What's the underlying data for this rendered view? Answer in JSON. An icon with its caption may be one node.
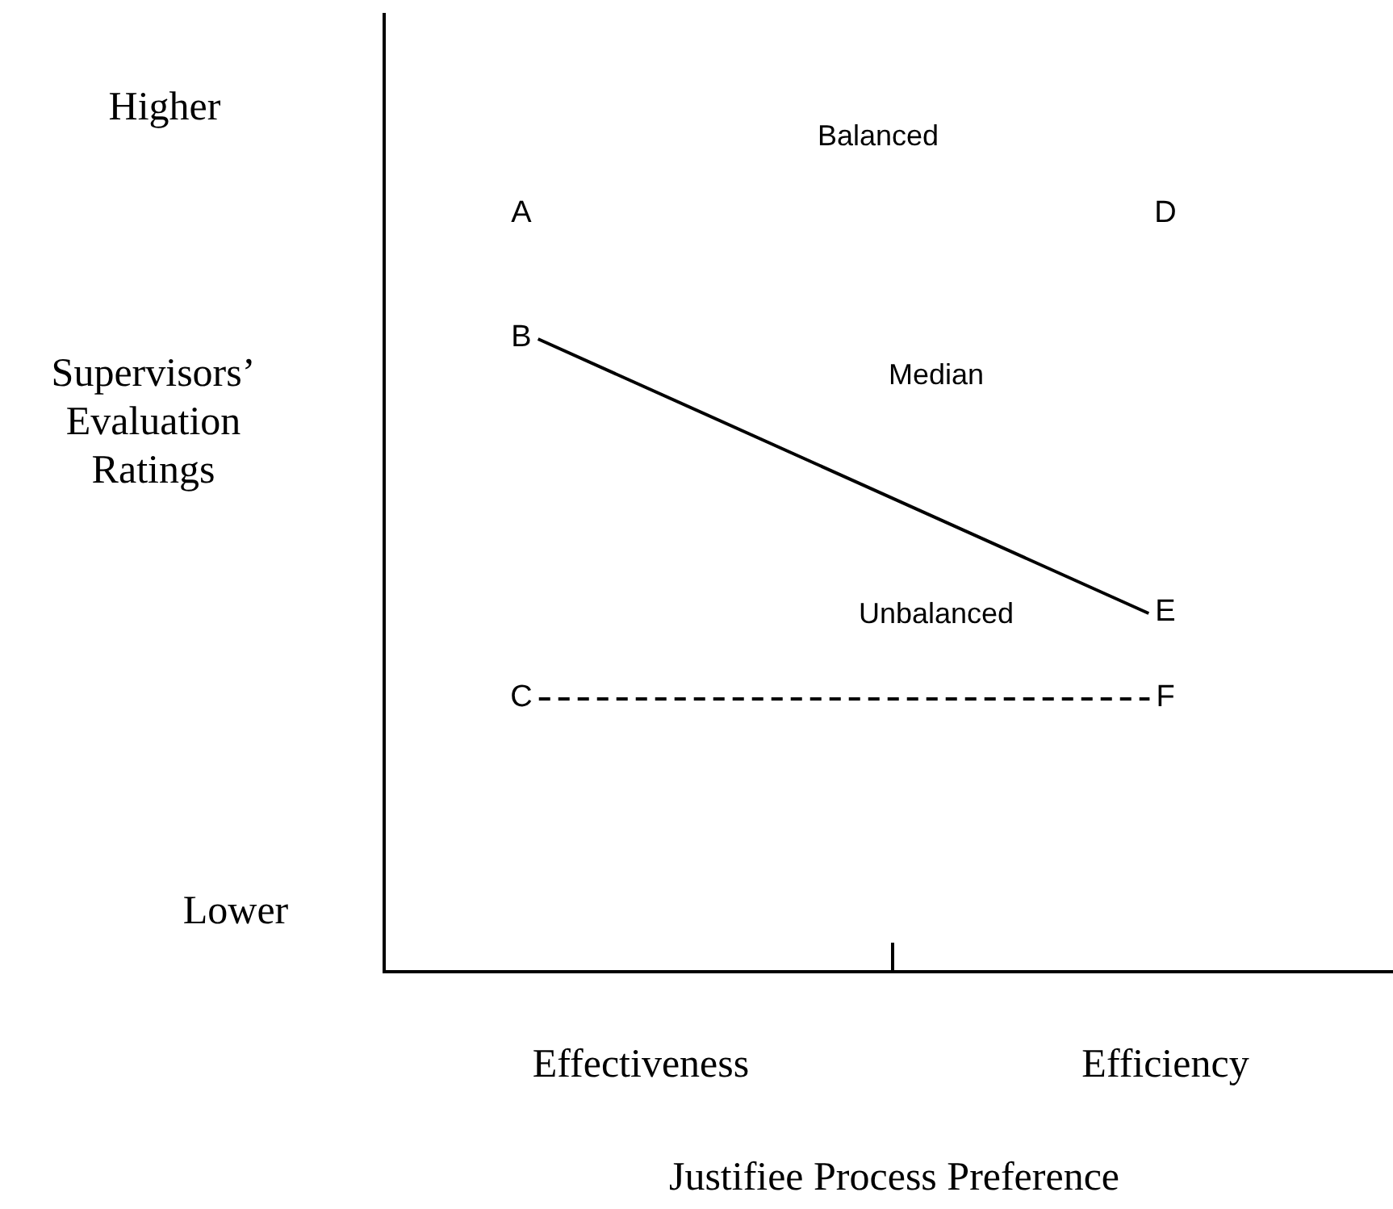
{
  "diagram": {
    "nodes": [
      {
        "text": [
          "A"
        ]
      },
      {
        "text": [
          "B"
        ]
      },
      {
        "text": [
          "C"
        ]
      },
      {
        "text": [
          "D"
        ]
      },
      {
        "text": [
          "E"
        ]
      },
      {
        "text": [
          "F"
        ]
      }
    ],
    "edges": [
      {
        "from": 1,
        "to": 4,
        "arrow": "none"
      },
      {
        "from": 2,
        "to": 5,
        "arrow": "none",
        "style": "dashed"
      }
    ],
    "labels": [
      "Higher",
      "Balanced",
      "Supervisors’ Evaluation Ratings",
      "Median",
      "Unbalanced",
      "Lower",
      "Effectiveness",
      "Efficiency",
      "Justifiee Process Preference"
    ]
  }
}
